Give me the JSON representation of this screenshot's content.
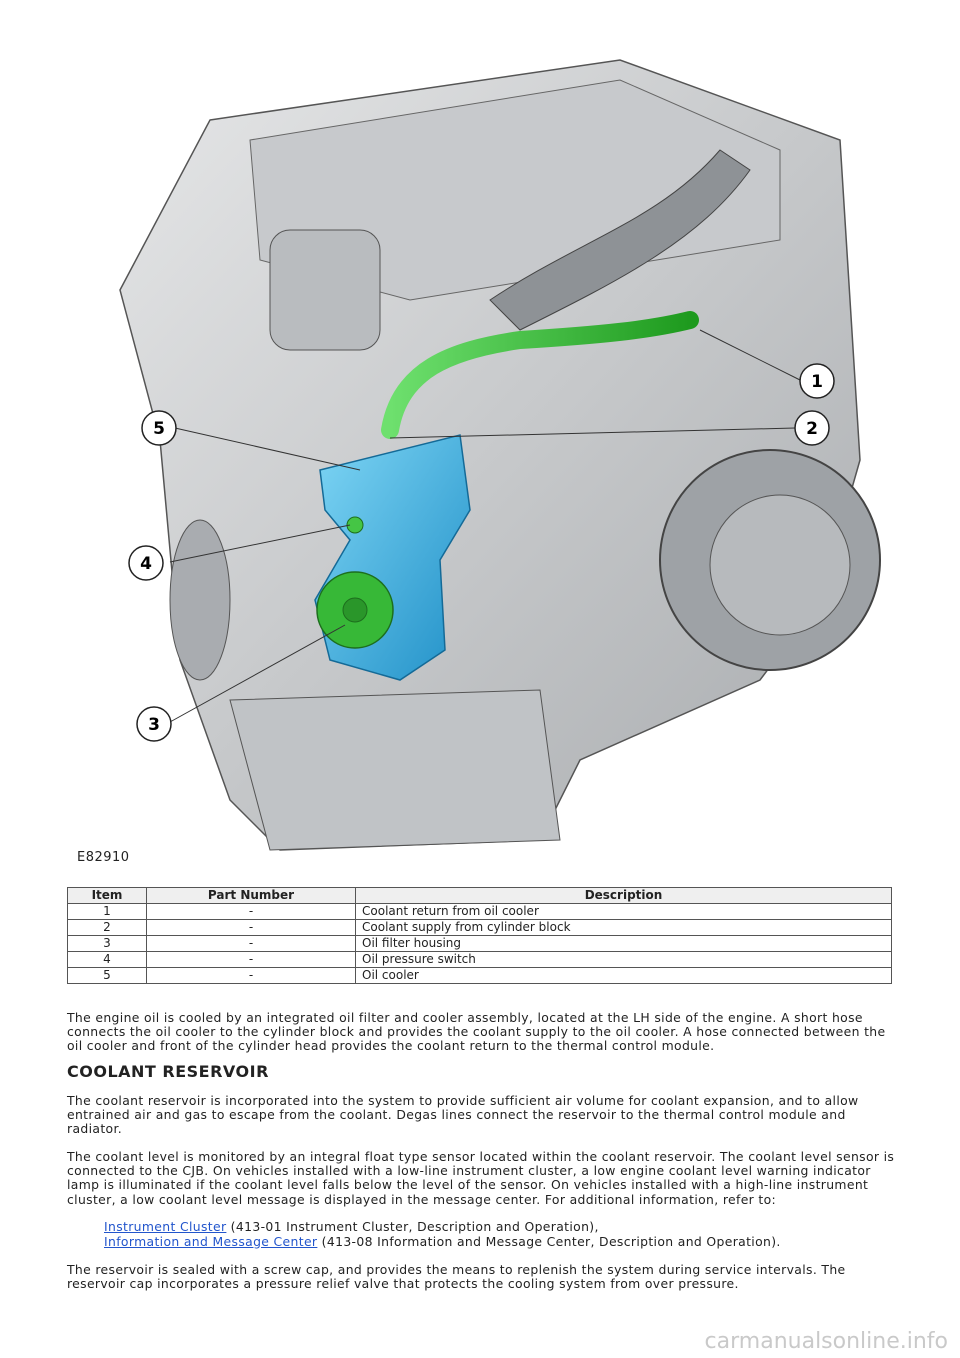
{
  "figure": {
    "code": "E82910",
    "callouts": [
      "1",
      "2",
      "3",
      "4",
      "5"
    ]
  },
  "table": {
    "headers": [
      "Item",
      "Part Number",
      "Description"
    ],
    "rows": [
      [
        "1",
        "-",
        "Coolant return from oil cooler"
      ],
      [
        "2",
        "-",
        "Coolant supply from cylinder block"
      ],
      [
        "3",
        "-",
        "Oil filter housing"
      ],
      [
        "4",
        "-",
        "Oil pressure switch"
      ],
      [
        "5",
        "-",
        "Oil cooler"
      ]
    ]
  },
  "text": {
    "p1": "The engine oil is cooled by an integrated oil filter and cooler assembly, located at the LH side of the engine. A short hose connects the oil cooler to the cylinder block and provides the coolant supply to the oil cooler. A hose connected between the oil cooler and front of the cylinder head provides the coolant return to the thermal control module.",
    "heading": "COOLANT RESERVOIR",
    "p2": "The coolant reservoir is incorporated into the system to provide sufficient air volume for coolant expansion, and to allow entrained air and gas to escape from the coolant. Degas lines connect the reservoir to the thermal control module and radiator.",
    "p3": "The coolant level is monitored by an integral float type sensor located within the coolant reservoir. The coolant level sensor is connected to the CJB. On vehicles installed with a low-line instrument cluster, a low engine coolant level warning indicator lamp is illuminated if the coolant level falls below the level of the sensor. On vehicles installed with a high-line instrument cluster, a low coolant level message is displayed in the message center. For additional information, refer to:",
    "ref1_link": "Instrument Cluster",
    "ref1_rest": " (413-01 Instrument Cluster, Description and Operation),",
    "ref2_link": "Information and Message Center",
    "ref2_rest": " (413-08 Information and Message Center, Description and Operation).",
    "p4": "The reservoir is sealed with a screw cap, and provides the means to replenish the system during service intervals. The reservoir cap incorporates a pressure relief valve that protects the cooling system from over pressure."
  },
  "watermark": "carmanualsonline.info",
  "colors": {
    "oil_cooler": "#2fb4e8",
    "hose": "#2fbf2f",
    "engine": "#d4d6d8"
  }
}
